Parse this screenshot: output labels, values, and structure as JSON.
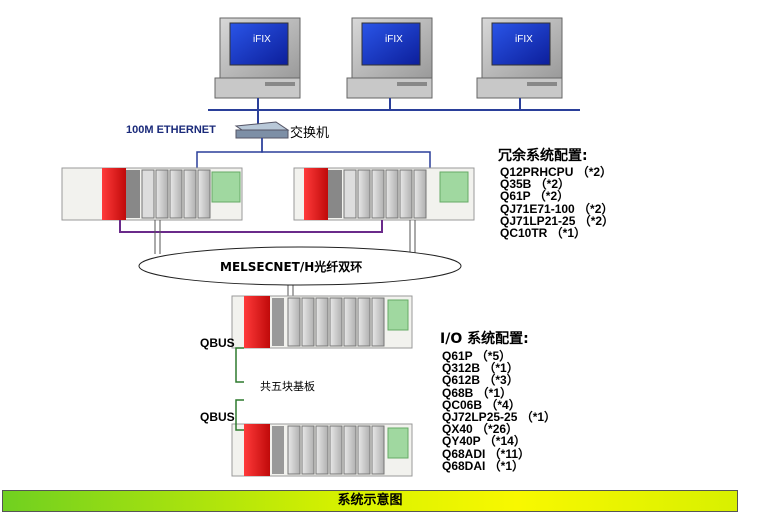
{
  "workstations": [
    {
      "label": "iFIX"
    },
    {
      "label": "iFIX"
    },
    {
      "label": "iFIX"
    }
  ],
  "network": {
    "ethernet_label": "100M ETHERNET",
    "switch_label": "交换机",
    "ring_label": "MELSECNET/H光纤双环",
    "qbus_label_1": "QBUS",
    "qbus_label_2": "QBUS",
    "baseplate_note": "共五块基板"
  },
  "redundant_config": {
    "title": "冗余系统配置:",
    "items": [
      "Q12PRHCPU （*2）",
      "Q35B （*2）",
      "Q61P （*2）",
      "QJ71E71-100 （*2）",
      "QJ71LP21-25 （*2）",
      "QC10TR （*1）"
    ]
  },
  "io_config": {
    "title": "I/O 系统配置:",
    "items": [
      "Q61P （*5）",
      "Q312B （*1）",
      "Q612B （*3）",
      "Q68B （*1）",
      "QC06B （*4）",
      "QJ72LP25-25 （*1）",
      "QX40 （*26）",
      "QY40P （*14）",
      "Q68ADI （*11）",
      "Q68DAI （*1）"
    ]
  },
  "footer": {
    "caption": "系统示意图"
  },
  "colors": {
    "ethernet_line": "#2a3f9a",
    "plc_link_line": "#6a2a8a",
    "plc_red": "#e01818",
    "bus_line": "#2e7a2e",
    "monitor_screen": "#1030c8"
  }
}
